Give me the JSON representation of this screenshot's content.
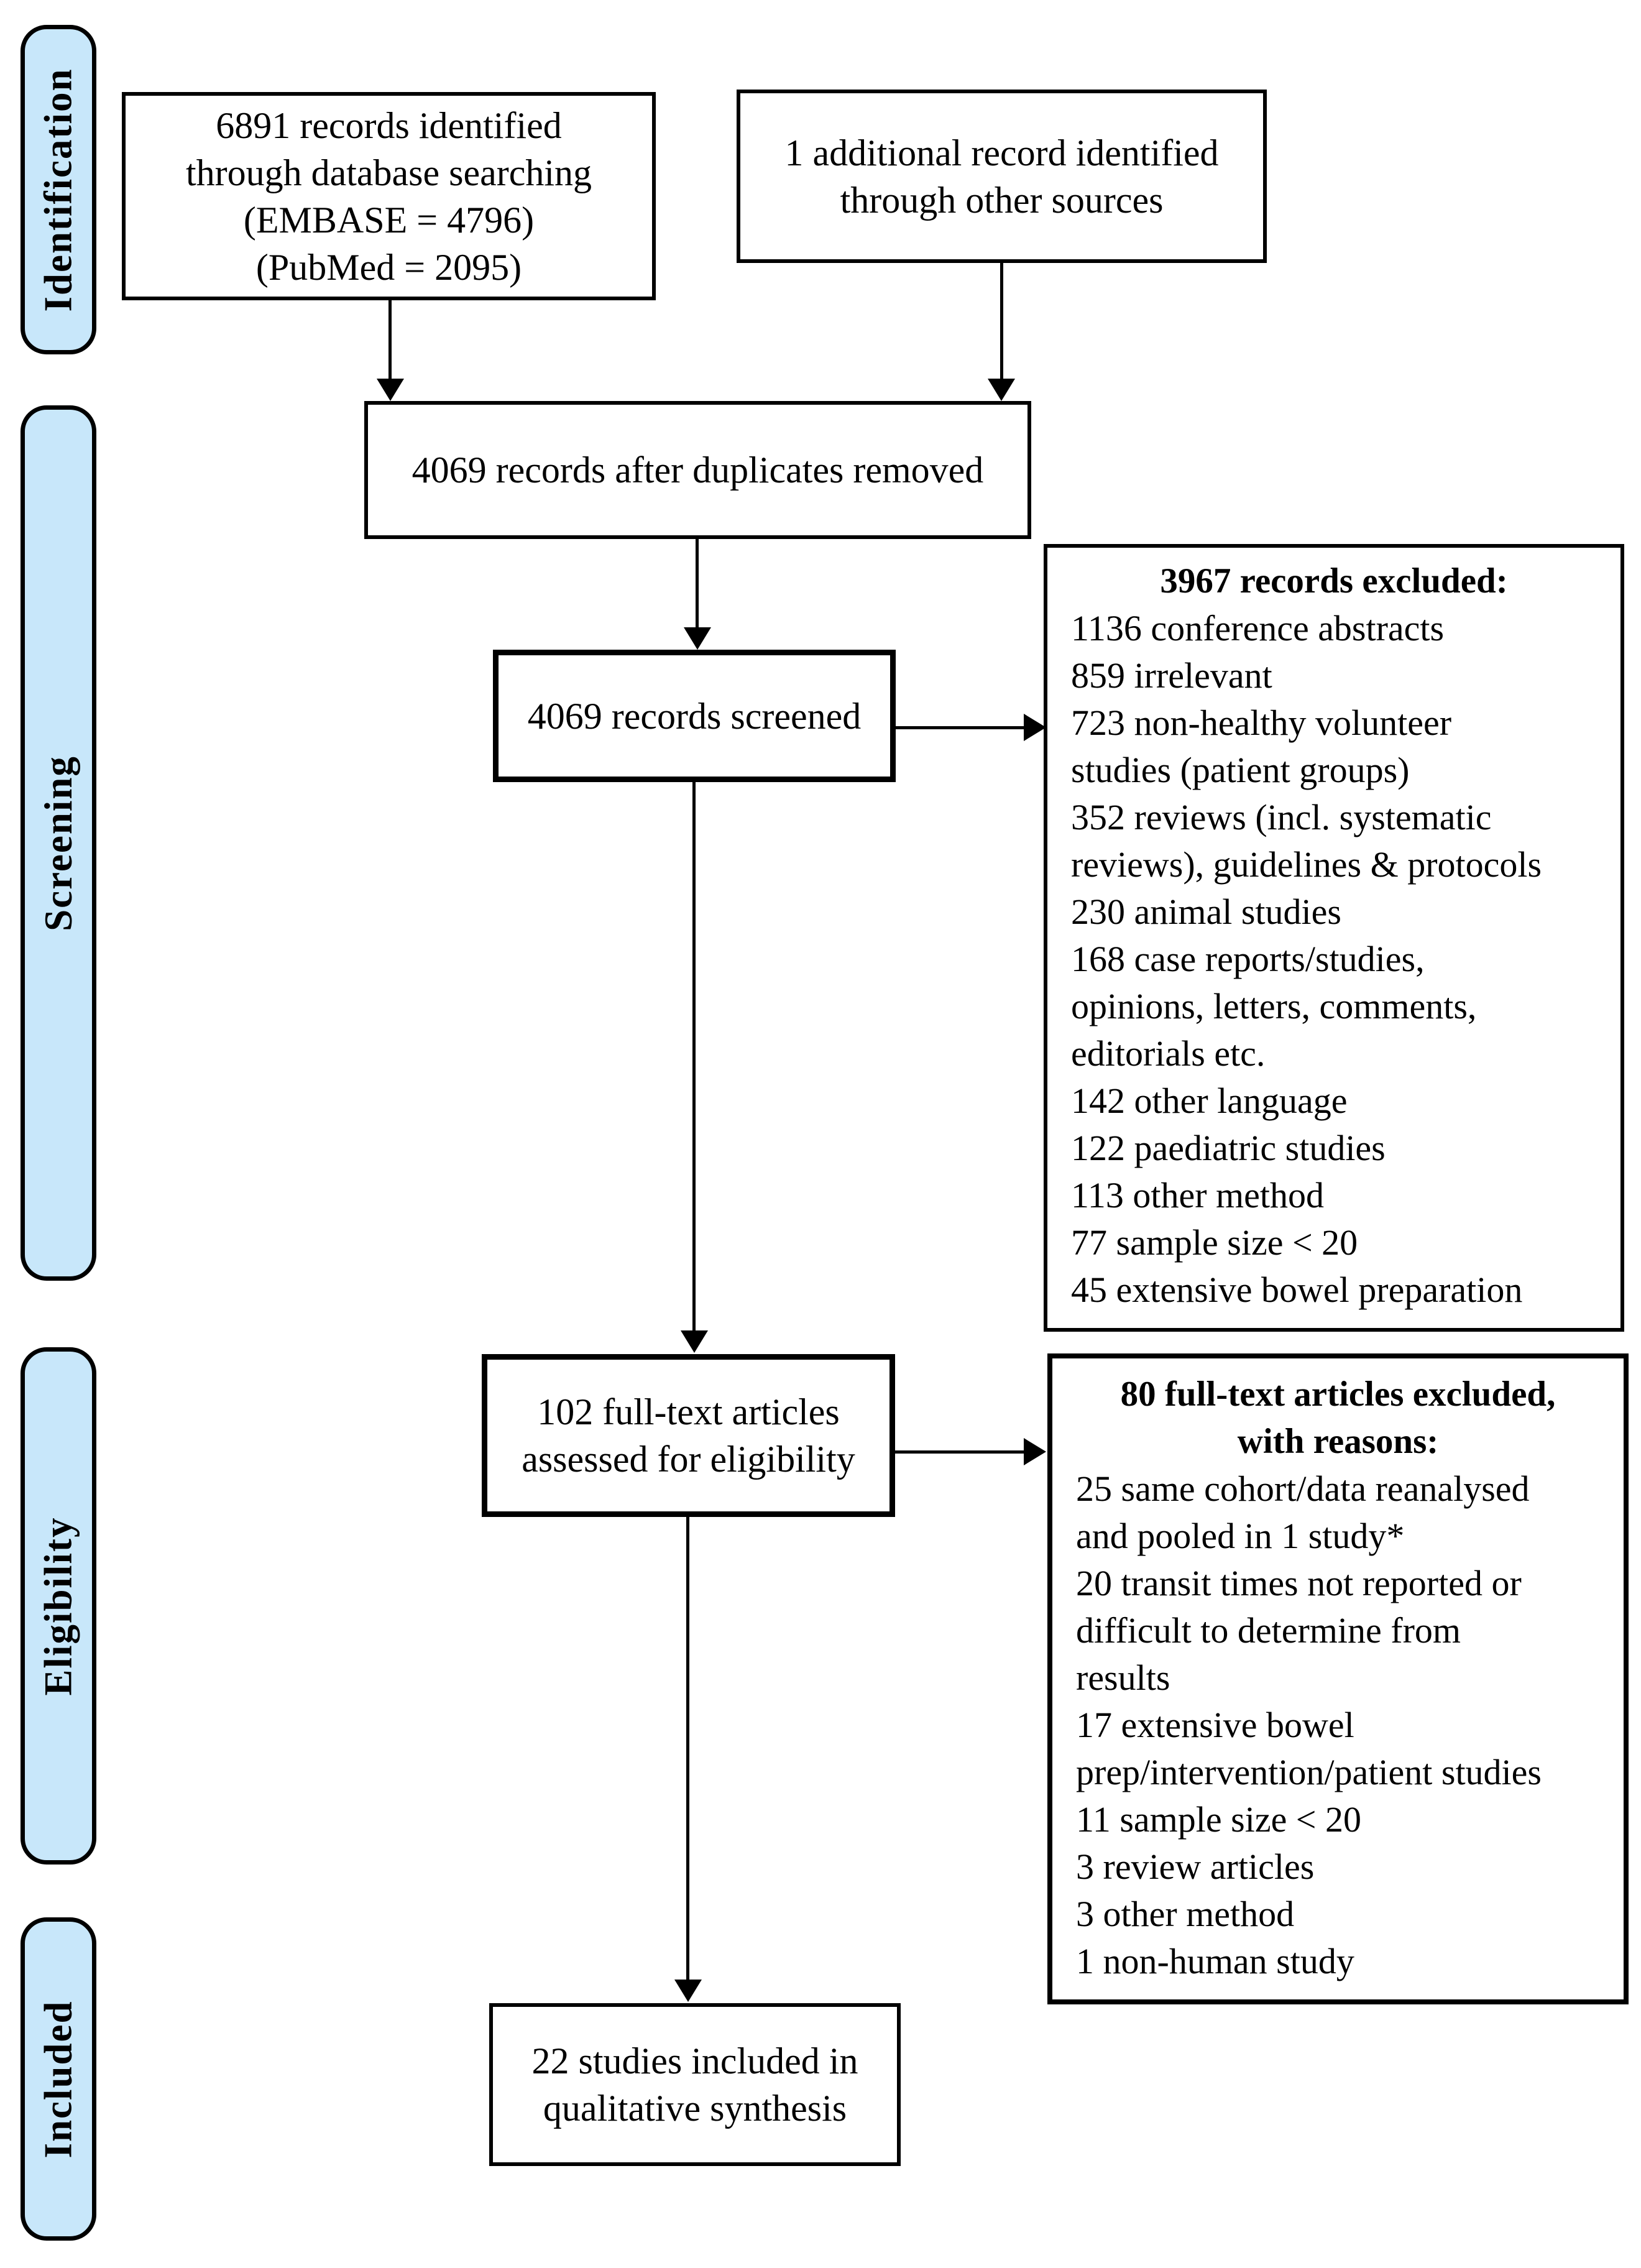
{
  "colors": {
    "stage_fill": "#c8e7fa",
    "line": "#000000",
    "background": "#ffffff",
    "text": "#000000"
  },
  "sidebar": {
    "identification": "Identification",
    "screening": "Screening",
    "eligibility": "Eligibility",
    "included": "Included"
  },
  "boxes": {
    "identified": "6891 records identified\nthrough database searching\n(EMBASE = 4796)\n(PubMed = 2095)",
    "additional": "1 additional record identified\nthrough other sources",
    "deduplicated": "4069 records after duplicates removed",
    "screened": "4069 records screened",
    "records_excluded_heading": "3967 records excluded:",
    "records_excluded_items": [
      "1136 conference abstracts",
      "859 irrelevant",
      "723 non-healthy volunteer\nstudies (patient groups)",
      "352 reviews (incl. systematic\nreviews), guidelines & protocols",
      "230 animal studies",
      "168 case reports/studies,\nopinions, letters, comments,\neditorials etc.",
      "142 other language",
      "122 paediatric studies",
      "113 other method",
      "77 sample size < 20",
      "45 extensive bowel preparation"
    ],
    "fulltext": "102 full-text articles\nassessed for eligibility",
    "fulltext_excluded_heading": "80 full-text articles excluded,\nwith reasons:",
    "fulltext_excluded_items": [
      "25 same cohort/data reanalysed\nand pooled in 1 study*",
      "20 transit times not reported or\ndifficult to determine from\nresults",
      "17 extensive bowel\nprep/intervention/patient studies",
      "11 sample size < 20",
      "3 review articles",
      "3 other method",
      "1 non-human study"
    ],
    "included_studies": "22 studies included in\nqualitative synthesis"
  }
}
